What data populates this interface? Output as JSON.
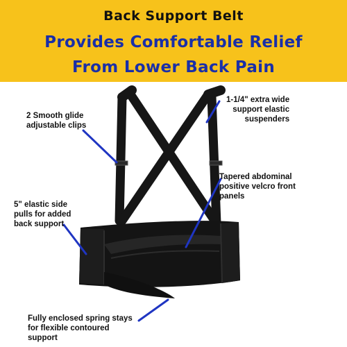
{
  "banner": {
    "title": "Back Support Belt",
    "headline_line1": "Provides Comfortable Relief",
    "headline_line2": "From Lower Back Pain"
  },
  "callouts": {
    "clips": [
      "2 Smooth glide",
      "adjustable clips"
    ],
    "suspenders": [
      "1-1/4\" extra wide",
      "support elastic",
      "suspenders"
    ],
    "panels": [
      "Tapered abdominal",
      "positive velcro front",
      "panels"
    ],
    "side_pulls": [
      "5\" elastic side",
      "pulls for added",
      "back support"
    ],
    "stays": [
      "Fully enclosed spring stays",
      "for flexible contoured",
      "support"
    ]
  },
  "colors": {
    "banner": "#f7c21b",
    "headline": "#1a2fa8",
    "pointer": "#1f35c2",
    "belt": "#141414"
  }
}
